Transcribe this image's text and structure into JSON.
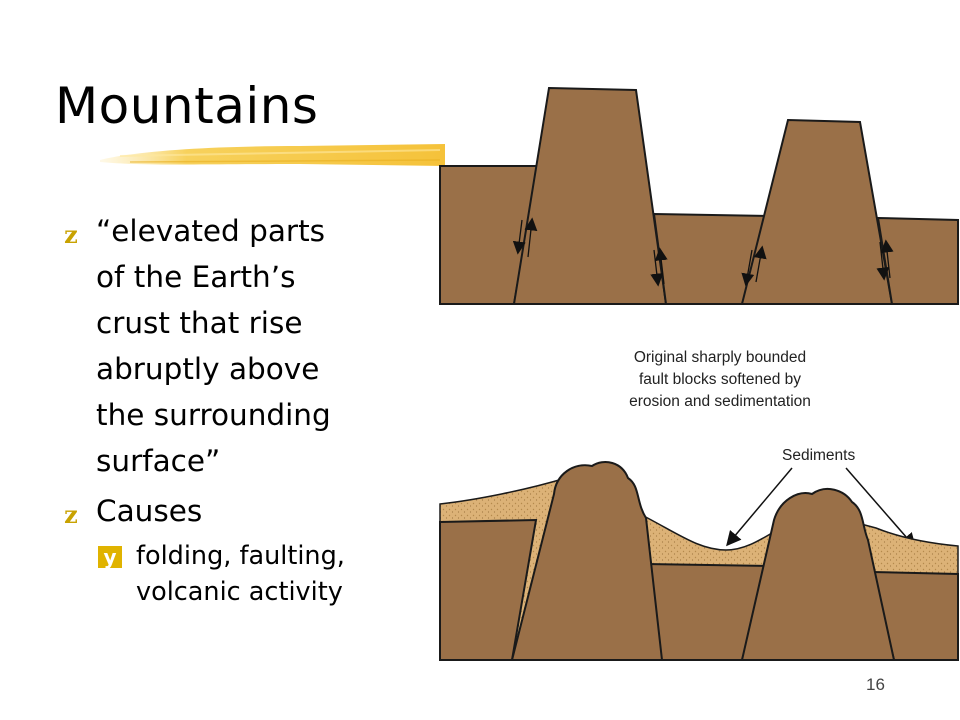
{
  "slide": {
    "title": "Mountains",
    "bullets": [
      {
        "marker_icon": "z-bullet-icon",
        "lines": [
          "“elevated parts",
          "of the Earth’s",
          "crust that rise",
          "abruptly above",
          "the surrounding",
          "surface”"
        ]
      },
      {
        "marker_icon": "z-bullet-icon",
        "lines": [
          "Causes"
        ]
      }
    ],
    "subbullets": [
      {
        "marker_icon": "y-bullet-icon",
        "lines": [
          "folding, faulting,",
          "volcanic activity"
        ]
      }
    ],
    "page_number": "16"
  },
  "figure": {
    "caption_lines": [
      "Original sharply bounded",
      "fault blocks softened by",
      "erosion and sedimentation"
    ],
    "label_sediments": "Sediments"
  },
  "colors": {
    "rock": "#9a7048",
    "rock_stroke": "#1a1a1a",
    "sediment": "#dcb277",
    "brush": "#f5c23a",
    "bullet_marker": "#e0b300"
  }
}
